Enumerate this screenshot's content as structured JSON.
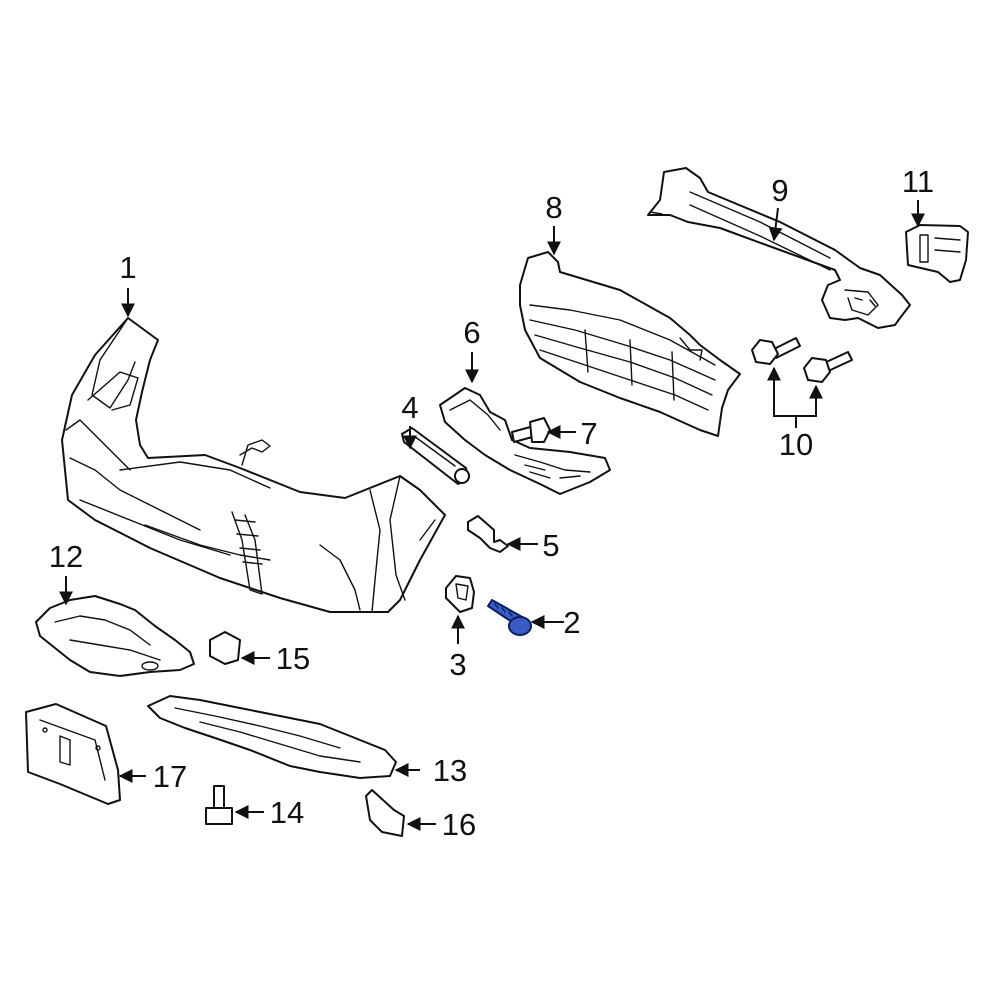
{
  "callouts": {
    "c1": "1",
    "c2": "2",
    "c3": "3",
    "c4": "4",
    "c5": "5",
    "c6": "6",
    "c7": "7",
    "c8": "8",
    "c9": "9",
    "c10": "10",
    "c11": "11",
    "c12": "12",
    "c13": "13",
    "c14": "14",
    "c15": "15",
    "c16": "16",
    "c17": "17"
  },
  "colors": {
    "line": "#111111",
    "highlight_fill": "#3a5cc4",
    "highlight_stroke": "#0b1f5e",
    "background": "#ffffff"
  },
  "highlighted_part": "2"
}
